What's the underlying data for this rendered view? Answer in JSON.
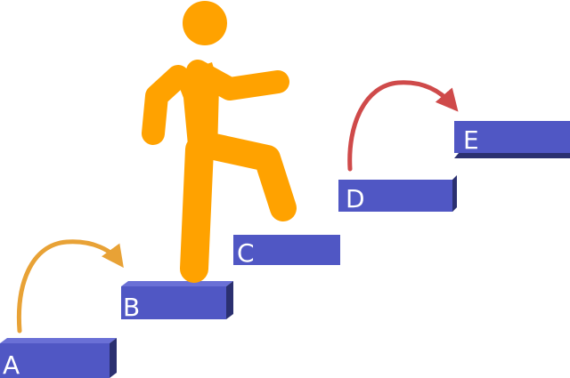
{
  "colors": {
    "step_face": "#5057C4",
    "step_top": "#6A70D6",
    "step_side": "#2B3070",
    "figure": "#FFA200",
    "arrow_ab": "#E8A236",
    "arrow_de": "#CF4A4A"
  },
  "steps": [
    {
      "label": "A"
    },
    {
      "label": "B"
    },
    {
      "label": "C"
    },
    {
      "label": "D"
    },
    {
      "label": "E"
    }
  ],
  "figure": {
    "icon": "walking-person-icon"
  },
  "arrows": [
    {
      "icon": "curved-arrow-icon",
      "from": "A",
      "to": "B"
    },
    {
      "icon": "curved-arrow-icon",
      "from": "D",
      "to": "E"
    }
  ]
}
